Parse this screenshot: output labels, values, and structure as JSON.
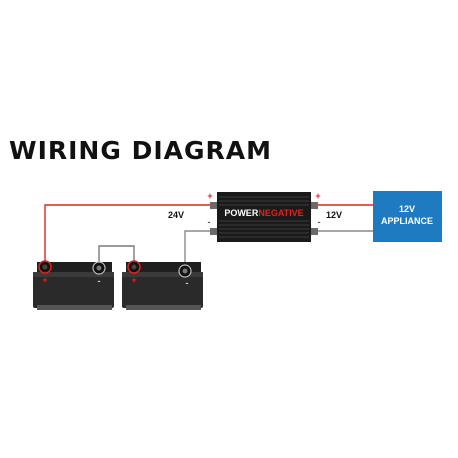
{
  "title": "WIRING DIAGRAM",
  "converter": {
    "brand_white": "POWER",
    "brand_red": "NEGATIVE",
    "input_plus": "+",
    "input_minus": "-",
    "output_plus": "+",
    "output_minus": "-"
  },
  "labels": {
    "input_voltage": "24V",
    "output_voltage": "12V"
  },
  "appliance": {
    "line1": "12V",
    "line2": "APPLIANCE"
  },
  "battery_1": {
    "plus": "+",
    "minus": "-"
  },
  "battery_2": {
    "plus": "+",
    "minus": "-"
  },
  "colors": {
    "positive_wire": "#e2231a",
    "negative_wire": "#8a8a8a",
    "series_wire": "#7a7a7a",
    "appliance_fill": "#1f7bc1",
    "converter_body": "#1a1a1a",
    "battery_body": "#2a2a2a"
  }
}
